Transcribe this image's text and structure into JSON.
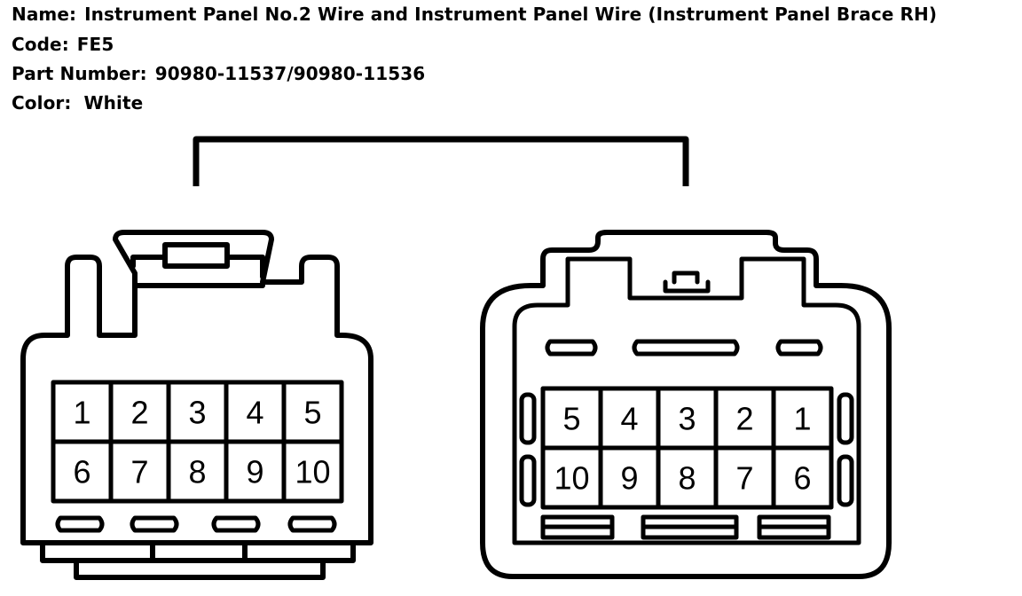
{
  "header": {
    "name_label": "Name:",
    "name_value": "Instrument Panel No.2 Wire and Instrument Panel Wire (Instrument Panel Brace RH)",
    "code_label": "Code:",
    "code_value": "FE5",
    "part_label": "Part Number:",
    "part_value": "90980-11537/90980-11536",
    "color_label": "Color:",
    "color_value": "White"
  },
  "connector_left": {
    "pins_top": [
      "1",
      "2",
      "3",
      "4",
      "5"
    ],
    "pins_bottom": [
      "6",
      "7",
      "8",
      "9",
      "10"
    ]
  },
  "connector_right": {
    "pins_top": [
      "5",
      "4",
      "3",
      "2",
      "1"
    ],
    "pins_bottom": [
      "10",
      "9",
      "8",
      "7",
      "6"
    ]
  }
}
